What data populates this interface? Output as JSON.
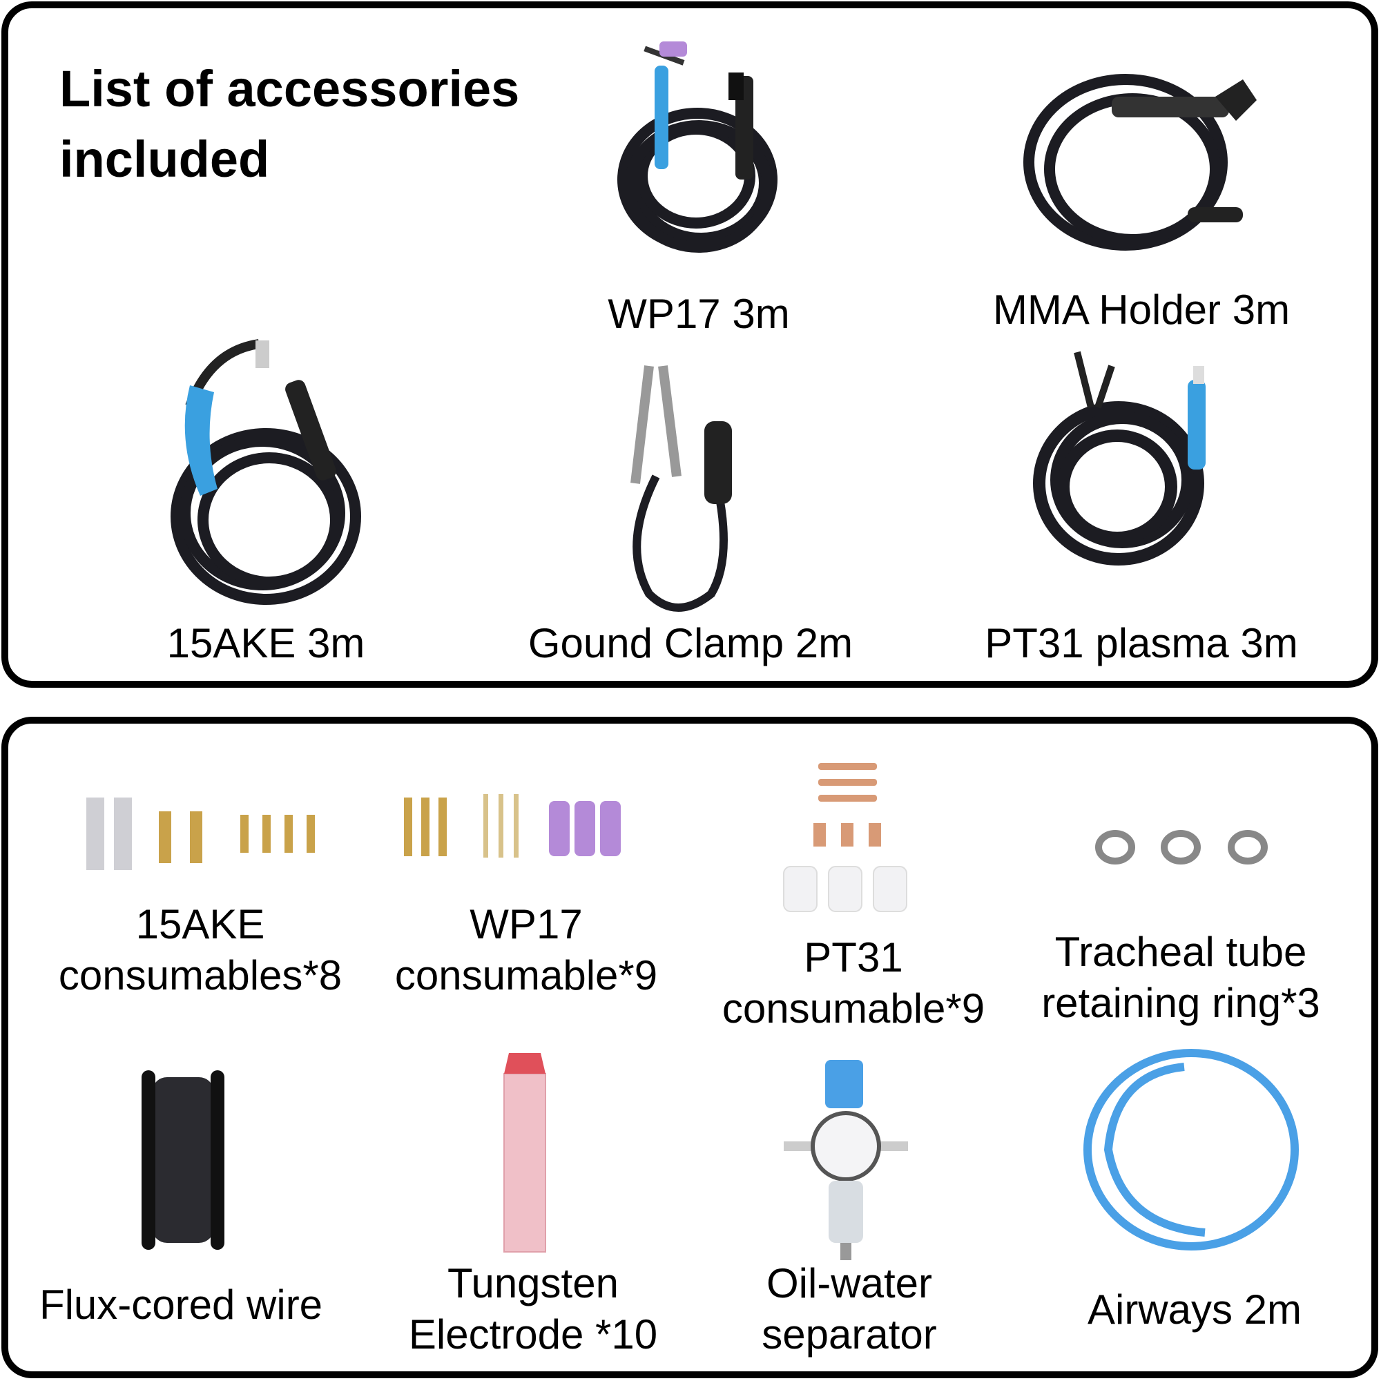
{
  "title_line1": "List of accessories",
  "title_line2": "included",
  "accessories": [
    {
      "label": "WP17 3m",
      "icon": "tig-torch-icon"
    },
    {
      "label": "MMA Holder 3m",
      "icon": "electrode-holder-icon"
    },
    {
      "label": "15AKE 3m",
      "icon": "mig-torch-icon"
    },
    {
      "label": "Gound Clamp 2m",
      "icon": "ground-clamp-icon"
    },
    {
      "label": "PT31 plasma 3m",
      "icon": "plasma-torch-icon"
    }
  ],
  "consumables": [
    {
      "line1": "15AKE",
      "line2": "consumables*8",
      "icon": "mig-consumables-icon"
    },
    {
      "line1": "WP17",
      "line2": "consumable*9",
      "icon": "tig-consumables-icon"
    },
    {
      "line1": "PT31",
      "line2": "consumable*9",
      "icon": "plasma-consumables-icon"
    },
    {
      "line1": "Tracheal tube",
      "line2": "retaining ring*3",
      "icon": "hose-clamp-icon"
    },
    {
      "line1": "Flux-cored wire",
      "line2": "",
      "icon": "wire-spool-icon"
    },
    {
      "line1": "Tungsten",
      "line2": "Electrode *10",
      "icon": "tungsten-electrode-icon"
    },
    {
      "line1": "Oil-water",
      "line2": "separator",
      "icon": "oil-water-separator-icon"
    },
    {
      "line1": "Airways 2m",
      "line2": "",
      "icon": "air-hose-icon"
    }
  ],
  "colors": {
    "cable": "#1c1c22",
    "torch_blue": "#3aa0e0",
    "tig_cup": "#b48ad8",
    "brass": "#c9a24a",
    "hose_blue": "#4aa0e6",
    "electrode_red": "#e0505a"
  }
}
